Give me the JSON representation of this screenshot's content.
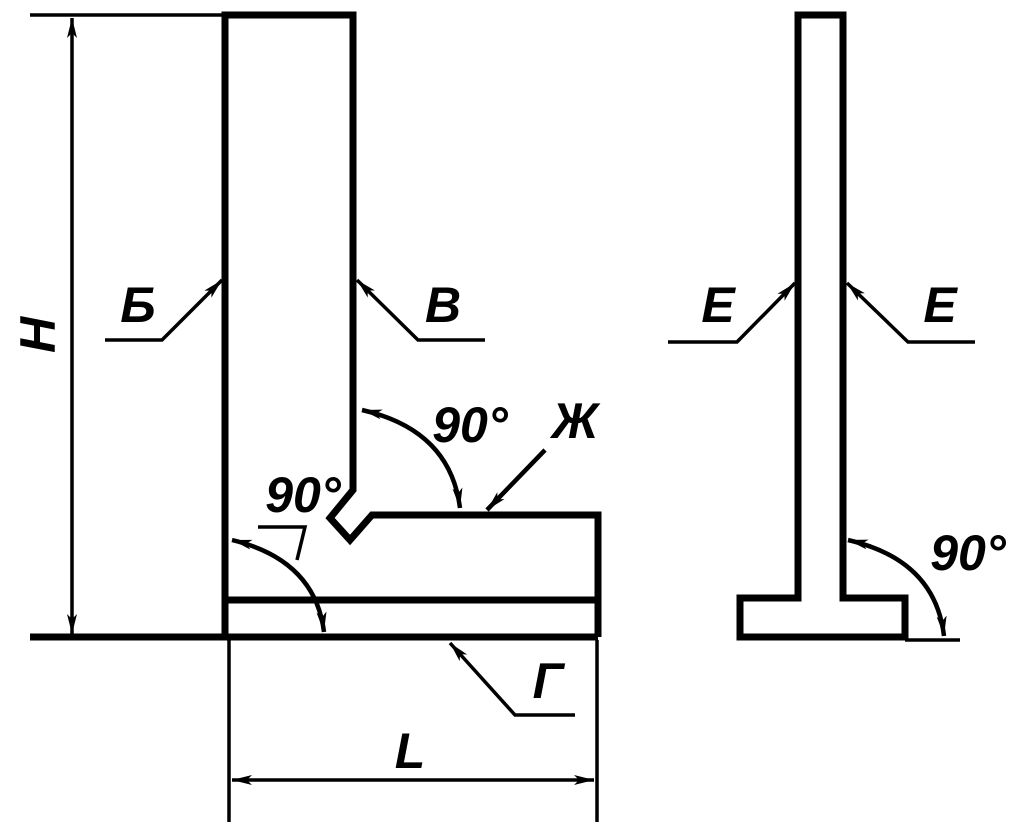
{
  "title": "Welding joint angle inspection drawing",
  "labels": {
    "height": "H",
    "length": "L",
    "surface_b": "Б",
    "surface_v": "В",
    "surface_g": "Г",
    "surface_zh": "Ж",
    "surface_e_left": "Е",
    "surface_e_right": "Е",
    "angle_top": "90°",
    "angle_left": "90°",
    "angle_right": "90°"
  },
  "colors": {
    "line": "#000000",
    "background": "#ffffff"
  }
}
